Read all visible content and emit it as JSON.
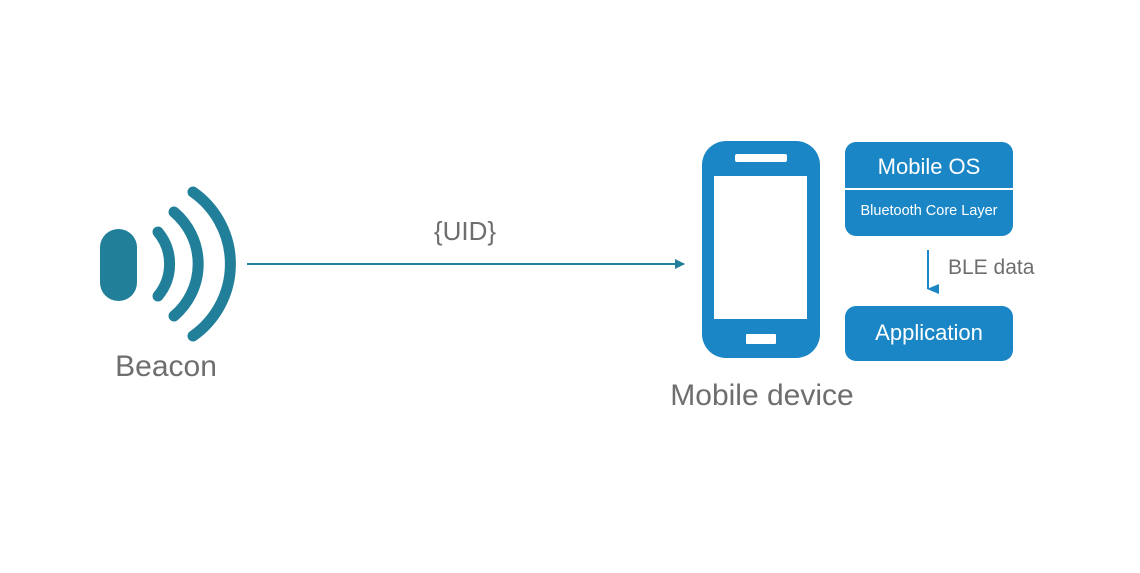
{
  "beacon": {
    "label": "Beacon"
  },
  "transmission": {
    "label": "{UID}"
  },
  "mobile": {
    "label": "Mobile device"
  },
  "stack": {
    "os_title": "Mobile OS",
    "core_layer": "Bluetooth Core Layer",
    "data_label": "BLE data",
    "app_title": "Application"
  },
  "colors": {
    "beacon_teal": "#227f99",
    "accent_blue": "#1a86c5",
    "label_gray": "#6e6e6e"
  }
}
